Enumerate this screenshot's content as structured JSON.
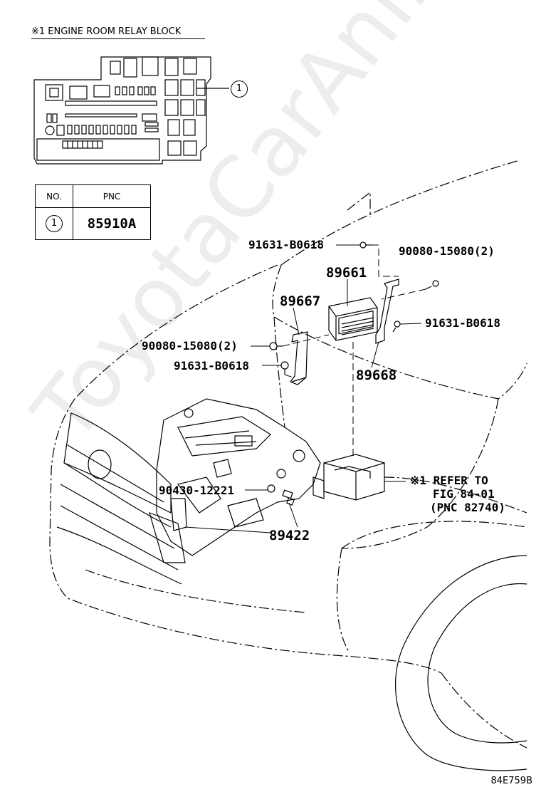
{
  "inset": {
    "title": "※1 ENGINE ROOM RELAY BLOCK",
    "callout": "1"
  },
  "table": {
    "headers": [
      "NO.",
      "PNC"
    ],
    "rows": [
      {
        "no": "1",
        "pnc": "85910A"
      }
    ]
  },
  "callouts": {
    "bolt_top": "91631-B0618",
    "bolt_right_pair": "90080-15080(2)",
    "ecu": "89661",
    "bracket_left": "89667",
    "bolt_right": "91631-B0618",
    "bolt_left_pair": "90080-15080(2)",
    "bolt_left": "91631-B0618",
    "bracket_right": "89668",
    "clip": "90430-12221",
    "sensor": "89422",
    "refer_line1": "※1 REFER TO",
    "refer_line2": "FIG 84-01",
    "refer_line3": "(PNC 82740)"
  },
  "watermark": "ToyotaCarAnline.ru",
  "figure_code": "84E759B"
}
